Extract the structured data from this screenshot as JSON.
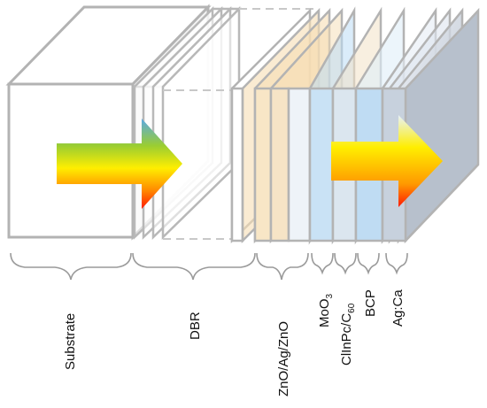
{
  "labels": {
    "substrate": "Substrate",
    "dbr": "DBR",
    "zno_ag_zno": "ZnO/Ag/ZnO",
    "moo3": {
      "base": "MoO",
      "sub": "3"
    },
    "clinpc_c60": {
      "base": "ClInPc/C",
      "sub": "60"
    },
    "bcp": "BCP",
    "ag_ca": "Ag:Ca"
  },
  "colors": {
    "outline": "#b3b3b3",
    "dash": "#c8c8c8",
    "brace": "#9a9a9a",
    "zno_tint": "#f6ddb4",
    "moo3_tint": "#bcdcf5",
    "clinpc_tint": "#f3e2c6",
    "bcp_tint": "#bfdcf3",
    "agca_tint": "#a9b4c4",
    "arrow_top": "#5aa9e6",
    "arrow_mid_green": "#9acd32",
    "arrow_mid_yellow": "#ffee00",
    "arrow_orange": "#ff8800",
    "arrow_bottom": "#ff1a00"
  },
  "icons": [
    "light-arrow-icon"
  ]
}
